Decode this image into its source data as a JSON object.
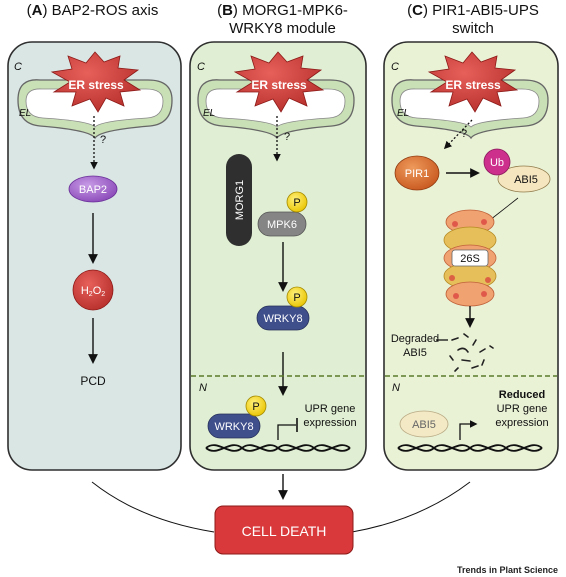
{
  "panels": [
    {
      "letter": "A",
      "title_line1": "BAP2-ROS axis",
      "title_line2": ""
    },
    {
      "letter": "B",
      "title_line1": "MORG1-MPK6-",
      "title_line2": "WRKY8 module"
    },
    {
      "letter": "C",
      "title_line1": "PIR1-ABI5-UPS",
      "title_line2": "switch"
    }
  ],
  "labels": {
    "cytoplasm": "C",
    "er_lumen": "EL",
    "nucleus": "N",
    "er_stress": "ER stress",
    "question": "?",
    "bap2": "BAP2",
    "h2o2_main": "H",
    "h2o2_sub1": "2",
    "h2o2_mid": "O",
    "h2o2_sub2": "2",
    "pcd": "PCD",
    "morg1": "MORG1",
    "mpk6": "MPK6",
    "phospho": "P",
    "wrky8": "WRKY8",
    "upr_line1": "UPR gene",
    "upr_line2": "expression",
    "pir1": "PIR1",
    "ub": "Ub",
    "abi5": "ABI5",
    "proteasome": "26S",
    "degraded_line1": "Degraded",
    "degraded_line2": "ABI5",
    "reduced": "Reduced",
    "cell_death": "CELL DEATH"
  },
  "footer": "Trends in Plant Science",
  "colors": {
    "panel_a_fill": "#d9e6e4",
    "panel_b_fill": "#e0efd3",
    "panel_c_fill": "#eaf2d6",
    "panel_stroke": "#2f2f2f",
    "er_stress_red": "#d63a36",
    "bap2_purple": "#9b59c7",
    "h2o2_red": "#c9403b",
    "morg1_dark": "#2f2f2f",
    "mpk6_gray": "#858585",
    "phospho_yellow": "#f5d90a",
    "wrky8_navy": "#3f4f8c",
    "pir1_orange": "#d56b2c",
    "ub_magenta": "#cc2f8c",
    "abi5_cream": "#f6e6c0",
    "proteasome_orange": "#f0a270",
    "cell_death_red": "#d9393b",
    "nucleus_dash": "#5a7a2a"
  }
}
